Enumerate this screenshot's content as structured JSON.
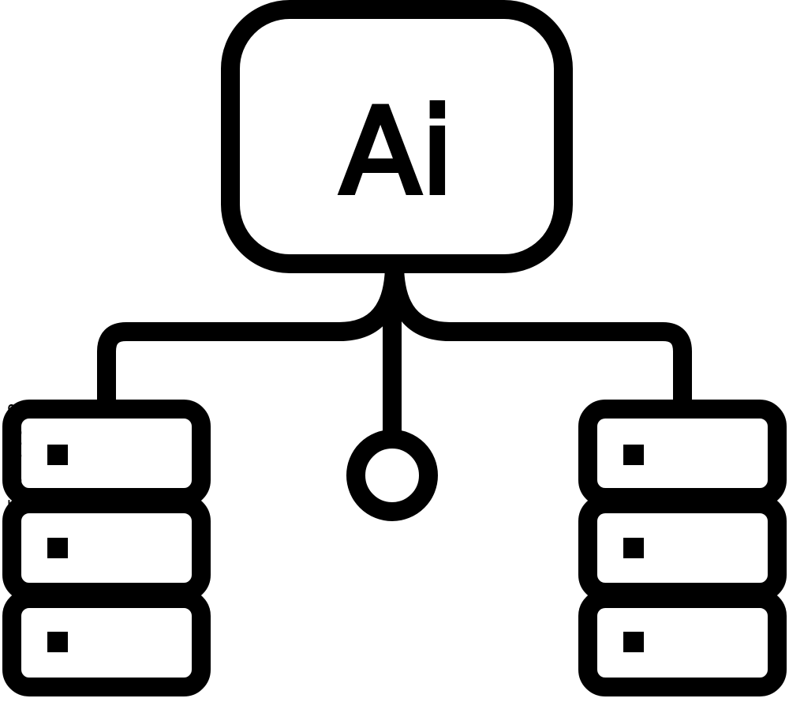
{
  "icon": {
    "label": "Ai",
    "name": "ai-network-servers-icon",
    "stroke_color": "#000000",
    "background_color": "#ffffff"
  },
  "server_stacks": [
    {
      "name": "left-server-stack",
      "units": 3
    },
    {
      "name": "right-server-stack",
      "units": 3
    }
  ],
  "watermark": {
    "stock_id": "1519406318"
  }
}
